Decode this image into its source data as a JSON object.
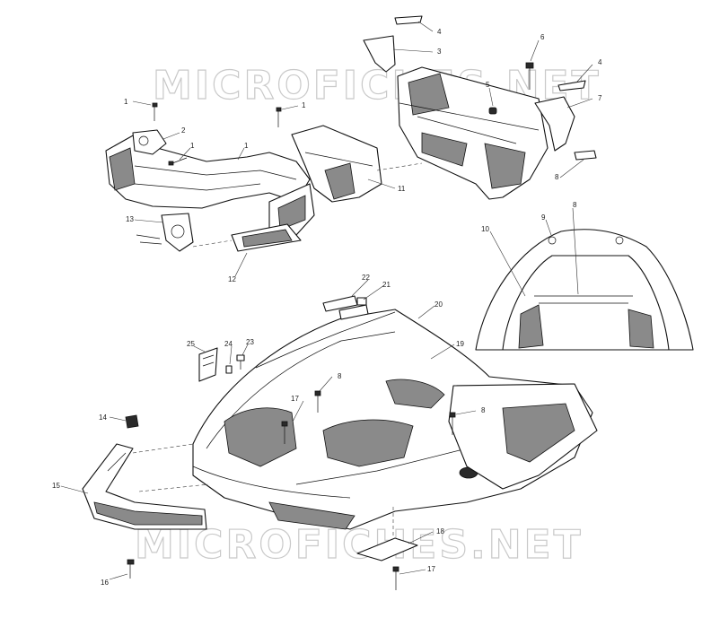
{
  "watermark": {
    "text_top": "MICROFICHES.NET",
    "text_bottom": "MICROFICHES.NET"
  },
  "callouts": {
    "c1a": "1",
    "c1b": "1",
    "c1c": "1",
    "c1d": "1",
    "c2": "2",
    "c3": "3",
    "c4a": "4",
    "c4b": "4",
    "c5": "5",
    "c6": "6",
    "c7": "7",
    "c8a": "8",
    "c8b": "8",
    "c8c": "8",
    "c8d": "8",
    "c9": "9",
    "c10": "10",
    "c11": "11",
    "c12": "12",
    "c13": "13",
    "c14": "14",
    "c15": "15",
    "c16": "16",
    "c17a": "17",
    "c17b": "17",
    "c18": "18",
    "c19": "19",
    "c20": "20",
    "c21": "21",
    "c22": "22",
    "c23": "23",
    "c24": "24",
    "c25": "25"
  },
  "colors": {
    "line": "#111111",
    "shade": "#8a8a8a",
    "watermark": "#c9c9c9"
  }
}
